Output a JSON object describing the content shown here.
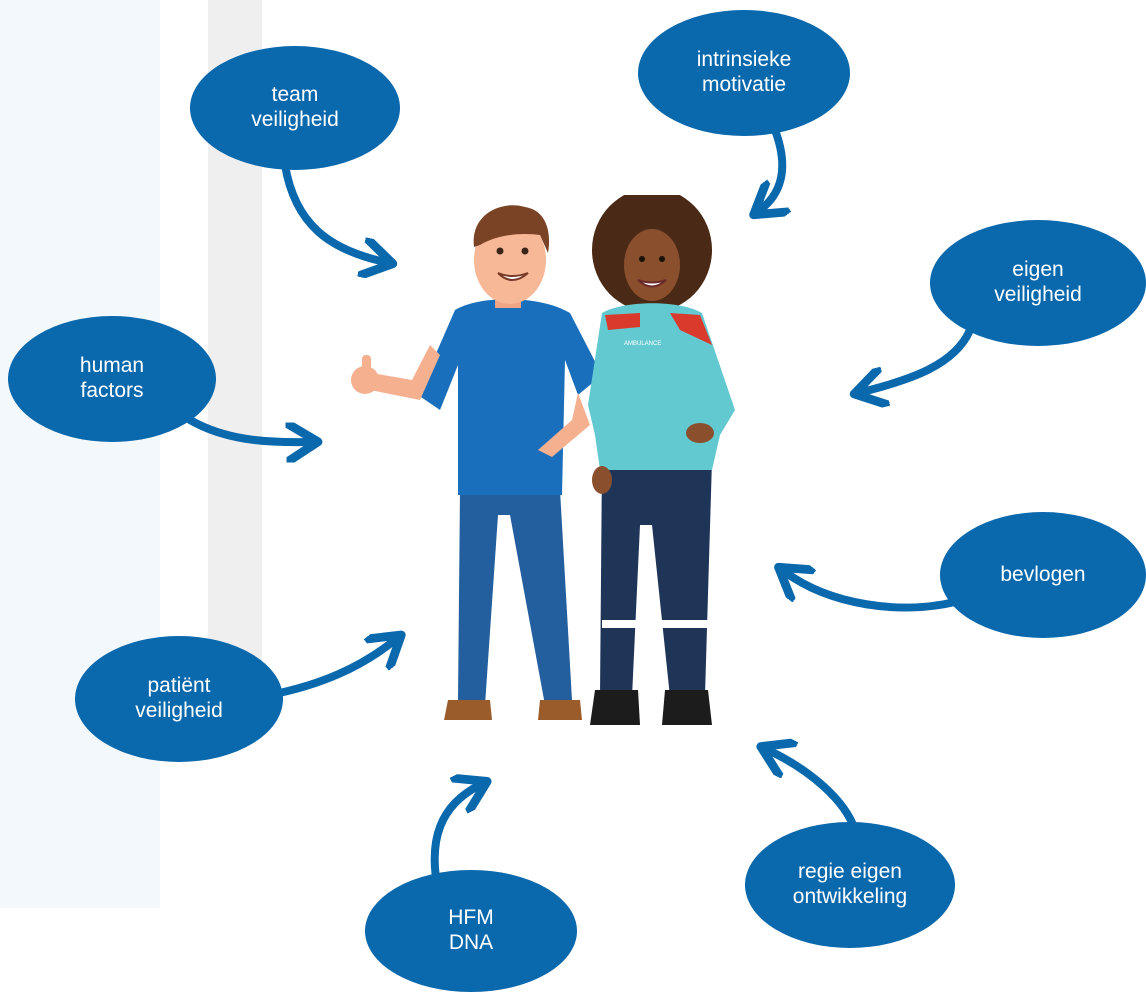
{
  "colors": {
    "bubble": "#0a68ad",
    "arrow": "#0a68ad",
    "panel_left": "#f2f8fc",
    "panel_gray": "#efefef"
  },
  "bubbles": [
    {
      "id": "team-veiligheid",
      "lines": [
        "team",
        "veiligheid"
      ]
    },
    {
      "id": "intrinsieke-motivatie",
      "lines": [
        "intrinsieke",
        "motivatie"
      ]
    },
    {
      "id": "eigen-veiligheid",
      "lines": [
        "eigen",
        "veiligheid"
      ]
    },
    {
      "id": "human-factors",
      "lines": [
        "human",
        "factors"
      ]
    },
    {
      "id": "bevlogen",
      "lines": [
        "bevlogen"
      ]
    },
    {
      "id": "patient-veiligheid",
      "lines": [
        "patiënt",
        "veiligheid"
      ]
    },
    {
      "id": "regie-eigen-ontwikkeling",
      "lines": [
        "regie eigen",
        "ontwikkeling"
      ]
    },
    {
      "id": "hfm-dna",
      "lines": [
        "HFM",
        "DNA"
      ]
    }
  ],
  "center": {
    "figures": [
      "man-in-blue-scrubs",
      "woman-in-ambulance-uniform"
    ],
    "uniform_text": "AMBULANCE"
  }
}
